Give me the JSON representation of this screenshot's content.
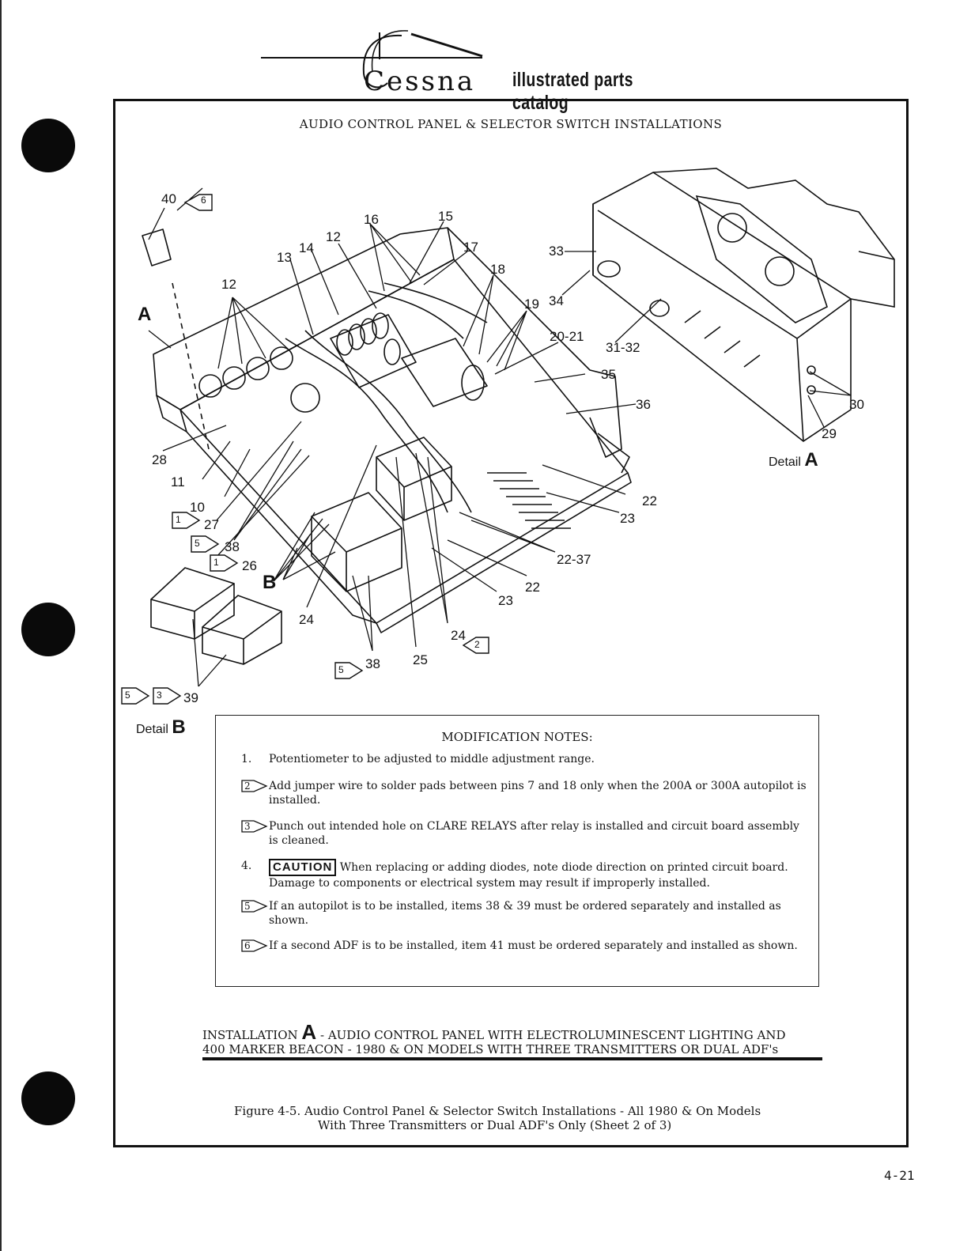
{
  "header": {
    "brand": "Cessna",
    "catalog_title": "illustrated parts catalog"
  },
  "panel_title": "AUDIO CONTROL PANEL & SELECTOR SWITCH INSTALLATIONS",
  "callouts": {
    "c40": "40",
    "c40_flag": "6",
    "c16": "16",
    "c15": "15",
    "c12a": "12",
    "c14": "14",
    "c13": "13",
    "c17": "17",
    "c18": "18",
    "c33": "33",
    "c34": "34",
    "c19": "19",
    "c12b": "12",
    "c20_21": "20-21",
    "c31_32": "31-32",
    "c35": "35",
    "c36": "36",
    "c30": "30",
    "c29": "29",
    "c28": "28",
    "c11": "11",
    "c10": "10",
    "c27": "27",
    "c27_flag": "1",
    "c38a": "38",
    "c38a_flag": "5",
    "c26": "26",
    "c26_flag": "1",
    "c22a": "22",
    "c23a": "23",
    "c22_37": "22-37",
    "c22b": "22",
    "c23b": "23",
    "c24a": "24",
    "c24b": "24",
    "c24b_flag": "2",
    "c25": "25",
    "c38b": "38",
    "c38b_flag": "5",
    "c39": "39",
    "c39_flag1": "5",
    "c39_flag2": "3",
    "ref_A": "A",
    "ref_B": "B"
  },
  "detail_a": {
    "label": "Detail",
    "letter": "A"
  },
  "detail_b": {
    "label": "Detail",
    "letter": "B"
  },
  "modification_notes": {
    "title": "MODIFICATION NOTES:",
    "notes": [
      {
        "marker": "1.",
        "text": "Potentiometer to be adjusted to middle adjustment range."
      },
      {
        "marker": "2",
        "text": "Add jumper wire to solder pads between pins 7 and 18 only when the 200A or 300A autopilot is installed."
      },
      {
        "marker": "3",
        "text": "Punch out intended hole on CLARE RELAYS after relay is installed and circuit board assembly is cleaned."
      },
      {
        "marker": "4.",
        "caution": "CAUTION",
        "text": "When replacing or adding diodes, note diode direction on printed circuit board. Damage to components or electrical system may result if improperly installed."
      },
      {
        "marker": "5",
        "text": "If an autopilot is to be installed, items 38 & 39 must be ordered separately and installed as shown."
      },
      {
        "marker": "6",
        "text": "If a second ADF is to be installed, item 41 must be ordered separately and installed as shown."
      }
    ]
  },
  "installation": {
    "prefix": "INSTALLATION",
    "letter": "A",
    "line1": "- AUDIO CONTROL PANEL WITH ELECTROLUMINESCENT LIGHTING AND",
    "line2": "400 MARKER BEACON - 1980 & ON MODELS WITH THREE TRANSMITTERS OR DUAL ADF's"
  },
  "figure_caption": {
    "line1": "Figure 4-5.  Audio Control Panel & Selector Switch Installations - All 1980 & On Models",
    "line2": "With Three Transmitters or Dual ADF's Only (Sheet 2 of 3)"
  },
  "page_number": "4-21"
}
